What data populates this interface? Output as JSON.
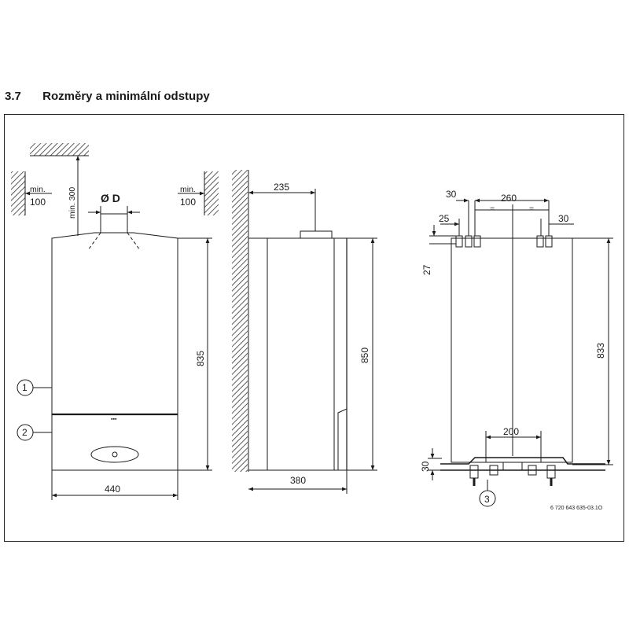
{
  "section": {
    "number": "3.7",
    "title": "Rozměry a minimální odstupy"
  },
  "front_view": {
    "label_min_left": "min.",
    "value_min_left": "100",
    "label_min_right": "min.",
    "value_min_right": "100",
    "label_min_top": "min. 300",
    "flue_label": "Ø D",
    "height": "835",
    "width": "440",
    "callout_1": "1",
    "callout_2": "2"
  },
  "side_view": {
    "flue_offset": "235",
    "height": "850",
    "depth": "380"
  },
  "rear_view": {
    "dim_30_left": "30",
    "dim_260": "260",
    "dim_eq_1": "=",
    "dim_eq_2": "=",
    "dim_25": "25",
    "dim_30_right": "30",
    "dim_27": "27",
    "height": "833",
    "dim_200": "200",
    "dim_30_bottom": "30",
    "callout_3": "3",
    "ref_code": "6 720 643 635-03.1O"
  }
}
